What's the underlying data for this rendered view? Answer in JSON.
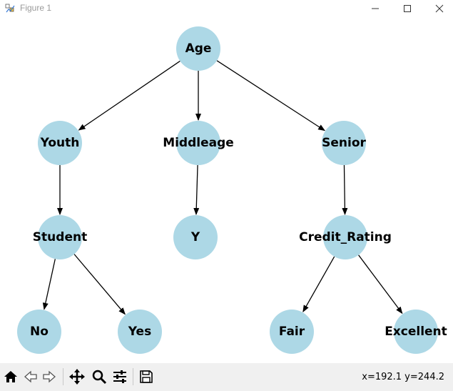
{
  "window": {
    "title": "Figure 1"
  },
  "graph": {
    "nodes": [
      {
        "id": "age",
        "label": "Age"
      },
      {
        "id": "youth",
        "label": "Youth"
      },
      {
        "id": "middleage",
        "label": "Middleage"
      },
      {
        "id": "senior",
        "label": "Senior"
      },
      {
        "id": "student",
        "label": "Student"
      },
      {
        "id": "y",
        "label": "Y"
      },
      {
        "id": "credit",
        "label": "Credit_Rating"
      },
      {
        "id": "no",
        "label": "No"
      },
      {
        "id": "yes",
        "label": "Yes"
      },
      {
        "id": "fair",
        "label": "Fair"
      },
      {
        "id": "excellent",
        "label": "Excellent"
      }
    ],
    "edges": [
      {
        "from": "age",
        "to": "youth"
      },
      {
        "from": "age",
        "to": "middleage"
      },
      {
        "from": "age",
        "to": "senior"
      },
      {
        "from": "youth",
        "to": "student"
      },
      {
        "from": "middleage",
        "to": "y"
      },
      {
        "from": "senior",
        "to": "credit"
      },
      {
        "from": "student",
        "to": "no"
      },
      {
        "from": "student",
        "to": "yes"
      },
      {
        "from": "credit",
        "to": "fair"
      },
      {
        "from": "credit",
        "to": "excellent"
      }
    ],
    "node_color": "#add8e6",
    "edge_color": "#000000"
  },
  "toolbar": {
    "buttons": [
      {
        "id": "home",
        "icon": "home-icon"
      },
      {
        "id": "back",
        "icon": "back-arrow-icon"
      },
      {
        "id": "forward",
        "icon": "forward-arrow-icon"
      },
      {
        "id": "pan",
        "icon": "move-icon"
      },
      {
        "id": "zoom",
        "icon": "zoom-icon"
      },
      {
        "id": "configure",
        "icon": "sliders-icon"
      },
      {
        "id": "save",
        "icon": "save-icon"
      }
    ],
    "coords": "x=192.1 y=244.2"
  }
}
